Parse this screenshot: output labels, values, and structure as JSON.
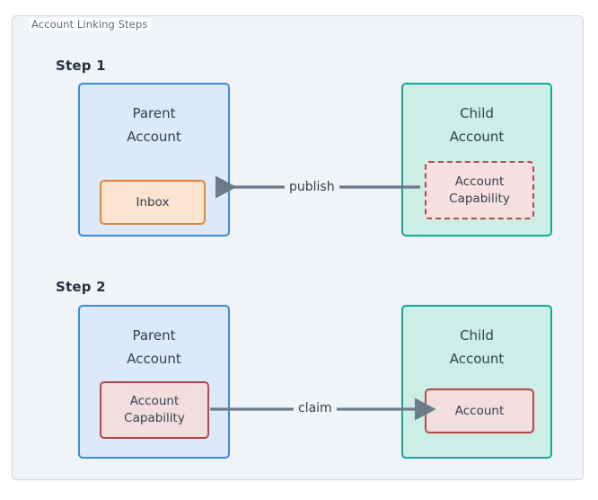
{
  "frame": {
    "legend": "Account Linking Steps",
    "border_color": "#ced6e0",
    "background_color": "#f0f3f7"
  },
  "steps": [
    {
      "label": "Step 1",
      "parent": {
        "title": "Parent\nAccount",
        "fill": "#dbe9f8",
        "stroke": "#3d8bde",
        "node": {
          "label": "Inbox",
          "fill": "#fce4d0",
          "stroke": "#e8833a",
          "style": "solid"
        }
      },
      "child": {
        "title": "Child\nAccount",
        "fill": "#cdeee6",
        "stroke": "#12ab94",
        "node": {
          "label": "Account\nCapability",
          "fill": "#f7e0e0",
          "stroke": "#b24a4a",
          "style": "dashed"
        }
      },
      "edge": {
        "label": "publish",
        "direction": "right-to-left",
        "color": "#6b7b8c"
      }
    },
    {
      "label": "Step 2",
      "parent": {
        "title": "Parent\nAccount",
        "fill": "#dbe9f8",
        "stroke": "#3d8bde",
        "node": {
          "label": "Account\nCapability",
          "fill": "#f2dede",
          "stroke": "#b24a4a",
          "style": "solid"
        }
      },
      "child": {
        "title": "Child\nAccount",
        "fill": "#cdeee6",
        "stroke": "#12ab94",
        "node": {
          "label": "Account",
          "fill": "#f2dede",
          "stroke": "#b24a4a",
          "style": "solid"
        }
      },
      "edge": {
        "label": "claim",
        "direction": "left-to-right",
        "color": "#6b7b8c"
      }
    }
  ]
}
